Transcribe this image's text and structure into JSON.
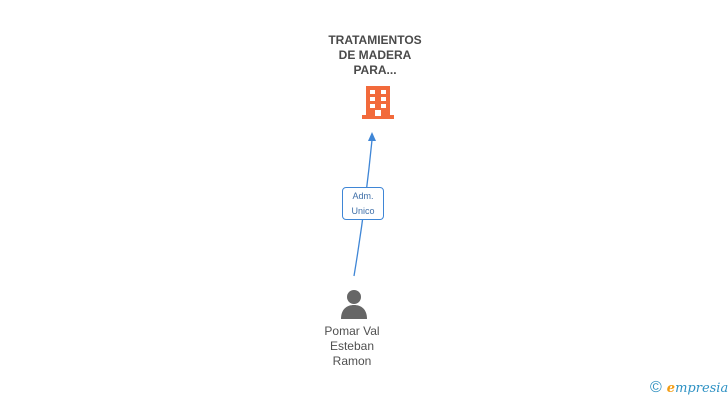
{
  "company": {
    "name": "TRATAMIENTOS\nDE MADERA\nPARA...",
    "icon": "building-icon",
    "color": "#f26a3b"
  },
  "relation": {
    "role_line1": "Adm.",
    "role_line2": "Unico",
    "color": "#3f86d6"
  },
  "person": {
    "name": "Pomar Val\nEsteban\nRamon",
    "icon": "person-icon"
  },
  "brand": {
    "copyright_symbol": "©",
    "name_initial": "e",
    "name_rest": "mpresia"
  }
}
